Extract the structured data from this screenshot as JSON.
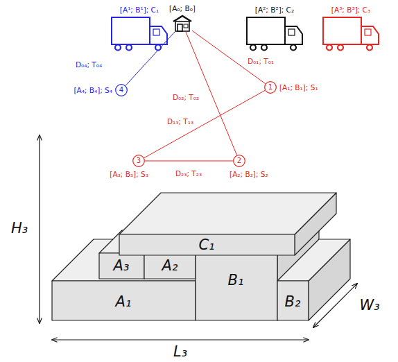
{
  "diagram": {
    "nodes": [
      {
        "text": [
          "[A¹; B¹]; C₁"
        ]
      },
      {
        "text": [
          "[A₀; B₀]"
        ]
      },
      {
        "text": [
          "[A²; B²]; C₂"
        ]
      },
      {
        "text": [
          "[A³; B³]; C₃"
        ]
      },
      {
        "text": [
          "4",
          "[A₄; B₄]; S₄"
        ]
      },
      {
        "text": [
          "1",
          "[A₁; B₁]; S₁"
        ]
      },
      {
        "text": [
          "3",
          "[A₃; B₃]; S₃"
        ]
      },
      {
        "text": [
          "2",
          "[A₂; B₂]; S₂"
        ]
      }
    ],
    "edges": [
      {
        "from": 1,
        "to": 4,
        "arrow": "none",
        "label": "D₀₄; T₀₄"
      },
      {
        "from": 1,
        "to": 5,
        "arrow": "none",
        "label": "D₀₁; T₀₁"
      },
      {
        "from": 1,
        "to": 7,
        "arrow": "none",
        "label": "D₀₂; T₀₂"
      },
      {
        "from": 5,
        "to": 6,
        "arrow": "none",
        "label": "D₁₃; T₁₃"
      },
      {
        "from": 6,
        "to": 7,
        "arrow": "none",
        "label": "D₂₃; T₂₃"
      }
    ],
    "labels": [
      "C₁",
      "A₃",
      "A₂",
      "B₁",
      "A₁",
      "B₂",
      "H₃",
      "W₃",
      "L₃"
    ]
  }
}
